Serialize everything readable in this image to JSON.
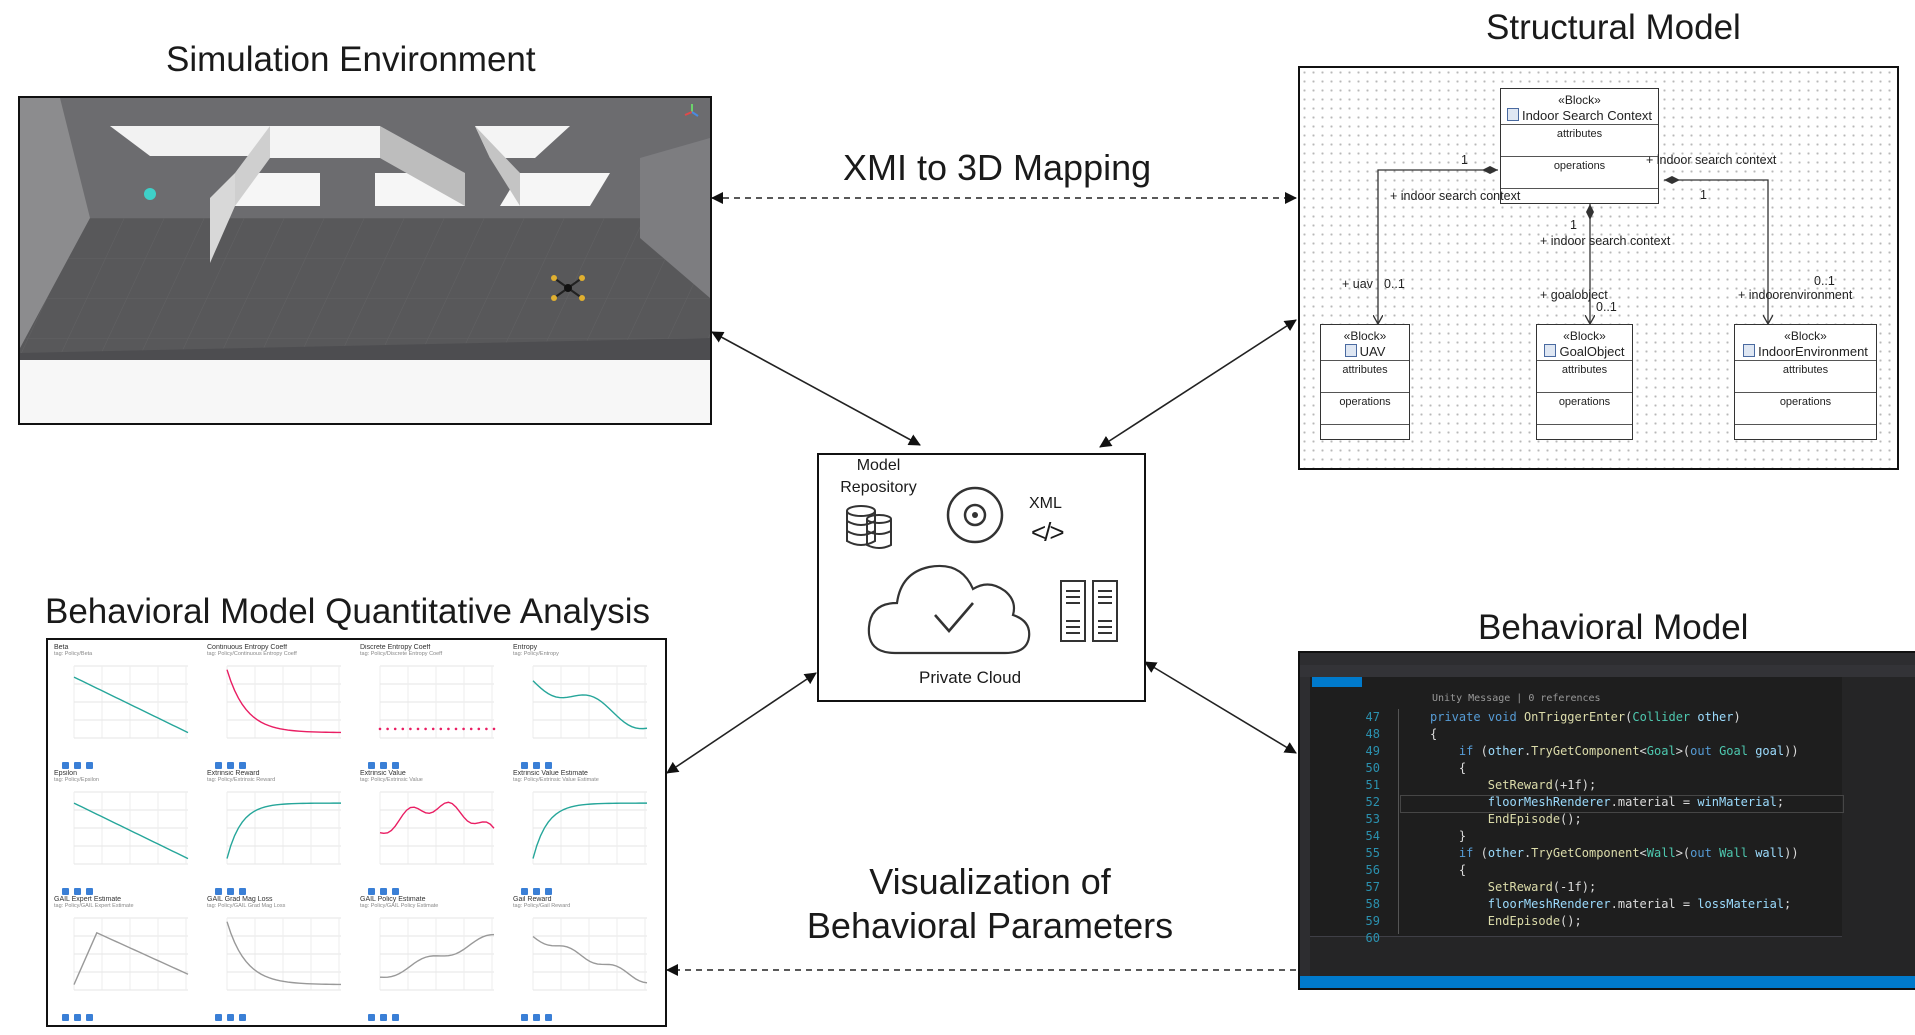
{
  "titles": {
    "simulation": "Simulation Environment",
    "structural": "Structural Model",
    "analysis": "Behavioral Model Quantitative Analysis",
    "behavioral": "Behavioral Model"
  },
  "flows": {
    "xmi": "XMI to 3D Mapping",
    "viz_line1": "Visualization of",
    "viz_line2": "Behavioral Parameters"
  },
  "cloud": {
    "repo_line1": "Model",
    "repo_line2": "Repository",
    "xml": "XML",
    "xml_glyph": "</>",
    "label": "Private Cloud"
  },
  "structural": {
    "stereotype": "«Block»",
    "context_block": {
      "name": "Indoor Search Context",
      "attributes": "attributes",
      "operations": "operations"
    },
    "blocks": [
      {
        "name": "UAV",
        "attributes": "attributes",
        "operations": "operations"
      },
      {
        "name": "GoalObject",
        "attributes": "attributes",
        "operations": "operations"
      },
      {
        "name": "IndoorEnvironment",
        "attributes": "attributes",
        "operations": "operations"
      }
    ],
    "labels": {
      "one_left": "1",
      "one_right": "1",
      "one_mid": "1",
      "isc_left": "+ indoor search context",
      "isc_right": "+ indoor search context",
      "isc_mid": "+ indoor search context",
      "uav_role": "+ uav",
      "uav_mult": "0..1",
      "goal_role": "+ goalobject",
      "goal_mult": "0..1",
      "env_role": "+ indoorenvironment",
      "env_mult": "0..1"
    }
  },
  "analysis_panels": [
    {
      "title": "Beta",
      "sub": "tag: Policy/Beta"
    },
    {
      "title": "Continuous Entropy Coeff",
      "sub": "tag: Policy/Continuous Entropy Coeff"
    },
    {
      "title": "Discrete Entropy Coeff",
      "sub": "tag: Policy/Discrete Entropy Coeff"
    },
    {
      "title": "Entropy",
      "sub": "tag: Policy/Entropy"
    },
    {
      "title": "Epsilon",
      "sub": "tag: Policy/Epsilon"
    },
    {
      "title": "Extrinsic Reward",
      "sub": "tag: Policy/Extrinsic Reward"
    },
    {
      "title": "Extrinsic Value",
      "sub": "tag: Policy/Extrinsic Value"
    },
    {
      "title": "Extrinsic Value Estimate",
      "sub": "tag: Policy/Extrinsic Value Estimate"
    },
    {
      "title": "GAIL Expert Estimate",
      "sub": "tag: Policy/GAIL Expert Estimate"
    },
    {
      "title": "GAIL Grad Mag Loss",
      "sub": "tag: Policy/GAIL Grad Mag Loss"
    },
    {
      "title": "GAIL Policy Estimate",
      "sub": "tag: Policy/GAIL Policy Estimate"
    },
    {
      "title": "Gail Reward",
      "sub": "tag: Policy/Gail Reward"
    }
  ],
  "code": {
    "codelens": "Unity Message | 0 references",
    "lines": [
      {
        "n": "47",
        "text": "private void OnTriggerEnter(Collider other)"
      },
      {
        "n": "48",
        "text": "{"
      },
      {
        "n": "49",
        "text": "    if (other.TryGetComponent<Goal>(out Goal goal))"
      },
      {
        "n": "50",
        "text": "    {"
      },
      {
        "n": "51",
        "text": "        SetReward(+1f);"
      },
      {
        "n": "52",
        "text": "        floorMeshRenderer.material = winMaterial;"
      },
      {
        "n": "53",
        "text": "        EndEpisode();"
      },
      {
        "n": "54",
        "text": "    }"
      },
      {
        "n": "55",
        "text": "    if (other.TryGetComponent<Wall>(out Wall wall))"
      },
      {
        "n": "56",
        "text": "    {"
      },
      {
        "n": "57",
        "text": "        SetReward(-1f);"
      },
      {
        "n": "58",
        "text": "        floorMeshRenderer.material = lossMaterial;"
      },
      {
        "n": "59",
        "text": "        EndEpisode();"
      },
      {
        "n": "60",
        "text": ""
      }
    ]
  }
}
